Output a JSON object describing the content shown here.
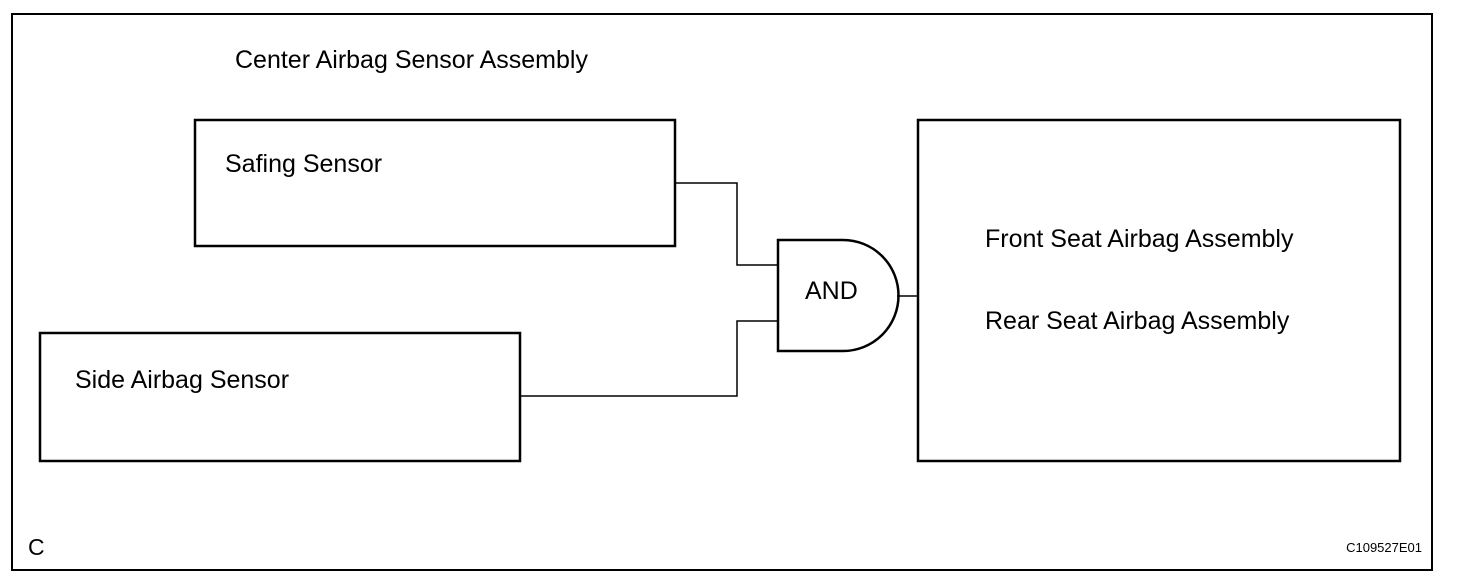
{
  "diagram": {
    "group_title": "Center Airbag Sensor Assembly",
    "safing_sensor": "Safing Sensor",
    "side_airbag_sensor": "Side Airbag Sensor",
    "and_gate": "AND",
    "output_line1": "Front Seat Airbag Assembly",
    "output_line2": "Rear Seat Airbag Assembly",
    "corner_label": "C",
    "figure_code": "C109527E01"
  }
}
